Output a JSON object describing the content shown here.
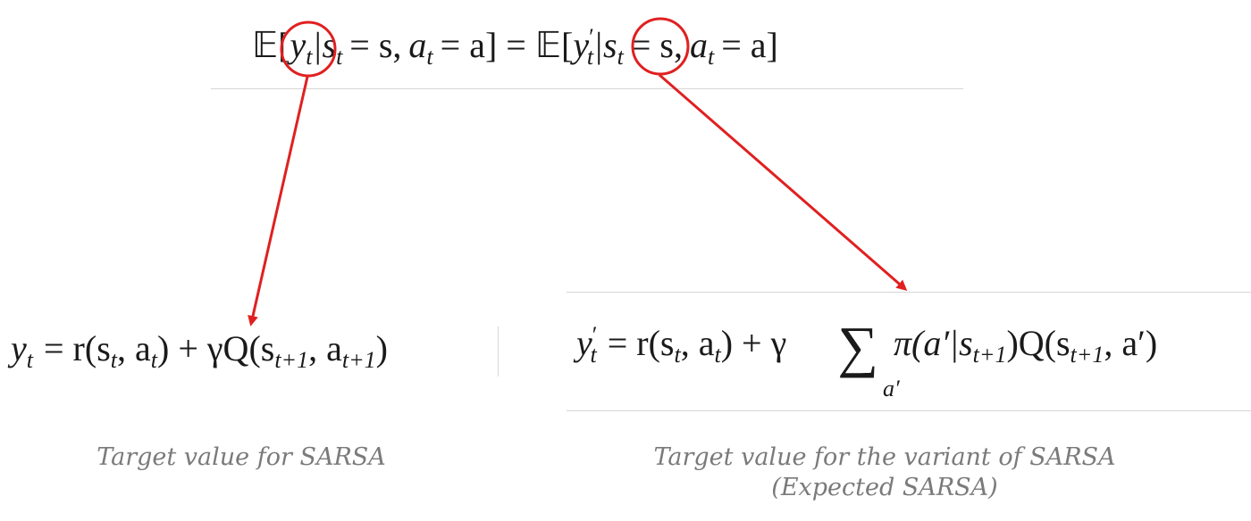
{
  "equation_top": {
    "expect_left": "𝔼[",
    "y": "y",
    "t": "t",
    "cond_left": "|s",
    "eq_s": "= s,",
    "a": "a",
    "eq_a_close": "= a] = 𝔼[",
    "y_prime": "y",
    "prime": "′",
    "cond_right": "|s",
    "eq_s2": "= s,",
    "a2": "a",
    "eq_a2_close": "= a]"
  },
  "equation_sarsa": {
    "lhs": "y",
    "sub_t": "t",
    "rhs": "= r(s",
    "comma_a": ", a",
    "mid": ") + γQ(s",
    "sub_t1": "t+1",
    "comma_a2": ", a",
    "sub_t1b": "t+1",
    "close": ")"
  },
  "equation_expected": {
    "lhs": "y",
    "prime": "′",
    "sub_t": "t",
    "rhs": "= r(s",
    "comma_a": ", a",
    "mid": ") + γ",
    "sum": "∑",
    "sum_under": "a′",
    "pi": "π(a′|s",
    "sub_t1": "t+1",
    "q": ")Q(s",
    "sub_t1b": "t+1",
    "close": ", a′)"
  },
  "captions": {
    "left": "Target value for SARSA",
    "right_line1": "Target value for the variant of SARSA",
    "right_line2": "(Expected SARSA)"
  },
  "colors": {
    "highlight": "#e02020",
    "text": "#1a1a1a",
    "caption": "#7a7a7a",
    "rule": "#d6d6d6"
  }
}
